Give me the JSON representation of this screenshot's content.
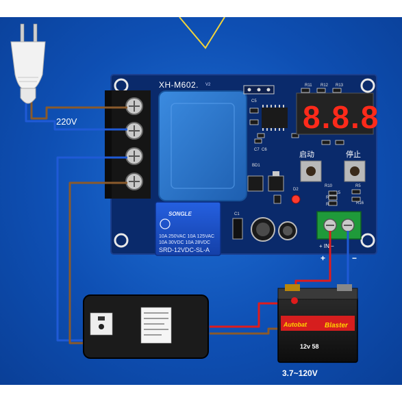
{
  "colors": {
    "background": "#1565d0",
    "board": "#0a2a6b",
    "wire_brown": "#8a5a2b",
    "wire_blue": "#1f5ad6",
    "wire_red": "#e01b1b",
    "relay": "#1b4fd0",
    "transformer": "#2a73c8",
    "display_segment": "#ff2a1a",
    "terminal_green": "#1f9a3a"
  },
  "board": {
    "model": "XH-M602.",
    "revision": "V2",
    "start_label": "启动",
    "stop_label": "停止",
    "component_labels": {
      "r11": "R11",
      "r12": "R12",
      "r13": "R13",
      "c5": "C5",
      "c7": "C7",
      "c6": "C6",
      "bd1": "BD1",
      "d2": "D2",
      "r10": "R10",
      "r5": "R5",
      "r15": "R15",
      "r4": "R4",
      "r3": "R3",
      "r16": "R16",
      "c1": "C1"
    },
    "terminal_label": "+ IN −",
    "display_value": "8.8.8"
  },
  "relay": {
    "brand": "SONGLE",
    "line1": "10A 250VAC  10A 125VAC",
    "line2": "10A  30VDC  10A  28VDC",
    "model": "SRD-12VDC-SL-A"
  },
  "labels": {
    "mains_voltage": "220V",
    "battery_range": "3.7~120V",
    "plus_sign": "+",
    "minus_sign": "−"
  },
  "battery": {
    "spec": "12v 58",
    "brand_left": "Autobat",
    "brand_right": "Blaster"
  },
  "icons": {
    "plug": "ac-plug-icon",
    "charger": "charger-box-icon",
    "battery": "car-battery-icon",
    "seal": "ccc-seal-icon"
  }
}
